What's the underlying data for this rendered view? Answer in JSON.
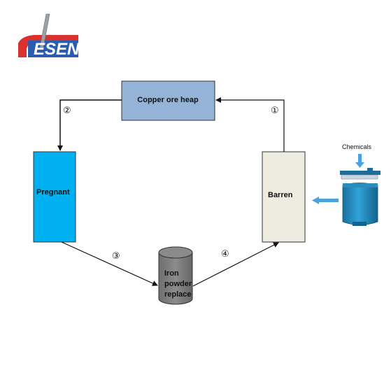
{
  "logo": {
    "text": "ESEN",
    "colors": {
      "red": "#d8312f",
      "blue": "#2a5db0",
      "silver": "#9aa0a8"
    }
  },
  "nodes": {
    "heap": {
      "label": "Copper ore heap",
      "fill": "#95b3d7"
    },
    "pregnant": {
      "label": "Pregnant",
      "fill": "#00b0f0"
    },
    "barren": {
      "label": "Barren",
      "fill": "#eeece1"
    },
    "cylinder": {
      "lines": [
        "Iron",
        "powder",
        "replace"
      ],
      "fill": "#808080"
    },
    "tank": {
      "label": "Chemicals",
      "fill": "#1f8fc4"
    }
  },
  "steps": {
    "s1": "①",
    "s2": "②",
    "s3": "③",
    "s4": "④"
  }
}
